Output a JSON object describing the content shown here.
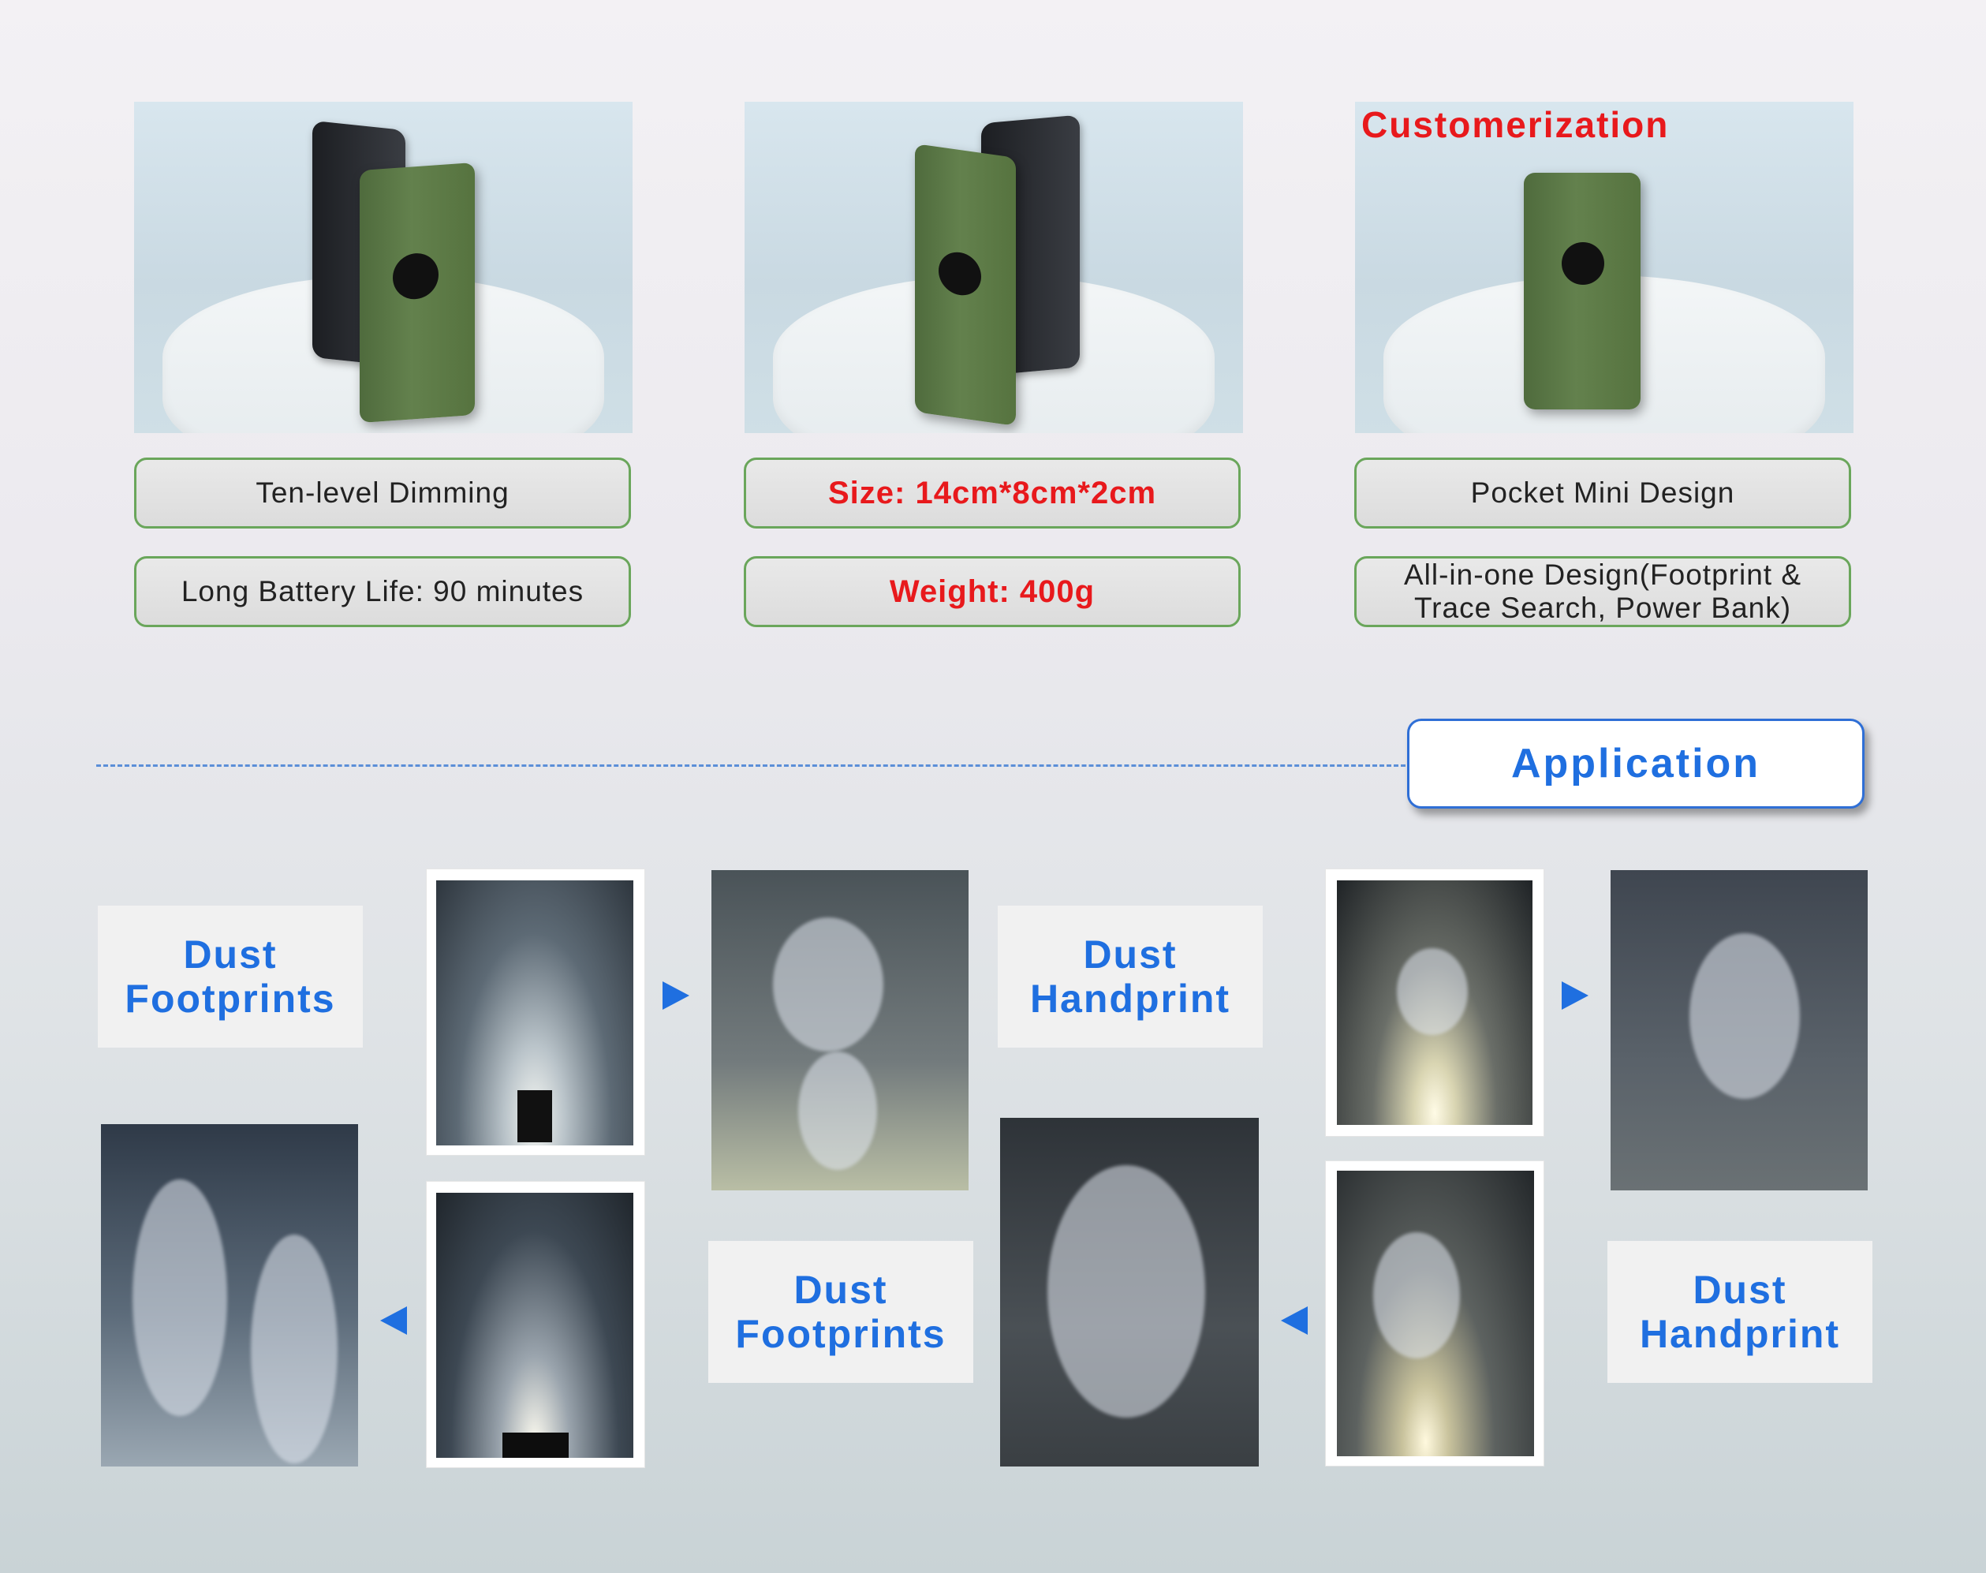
{
  "products": {
    "customization_title": "Customerization"
  },
  "features": {
    "left": [
      "Ten-level Dimming",
      "Long Battery Life: 90 minutes"
    ],
    "middle": [
      "Size: 14cm*8cm*2cm",
      "Weight: 400g"
    ],
    "right": [
      "Pocket Mini Design",
      "All-in-one Design(Footprint & Trace Search, Power Bank)"
    ]
  },
  "application": {
    "title": "Application"
  },
  "labels": {
    "dust_footprints_1": [
      "Dust",
      "Footprints"
    ],
    "dust_handprint_1": [
      "Dust",
      "Handprint"
    ],
    "dust_footprints_2": [
      "Dust",
      "Footprints"
    ],
    "dust_handprint_2": [
      "Dust",
      "Handprint"
    ]
  },
  "colors": {
    "accent_blue": "#1f6fe0",
    "highlight_red": "#e8191c",
    "box_border_green": "#6aa65b",
    "device_green": "#5d7a47"
  }
}
